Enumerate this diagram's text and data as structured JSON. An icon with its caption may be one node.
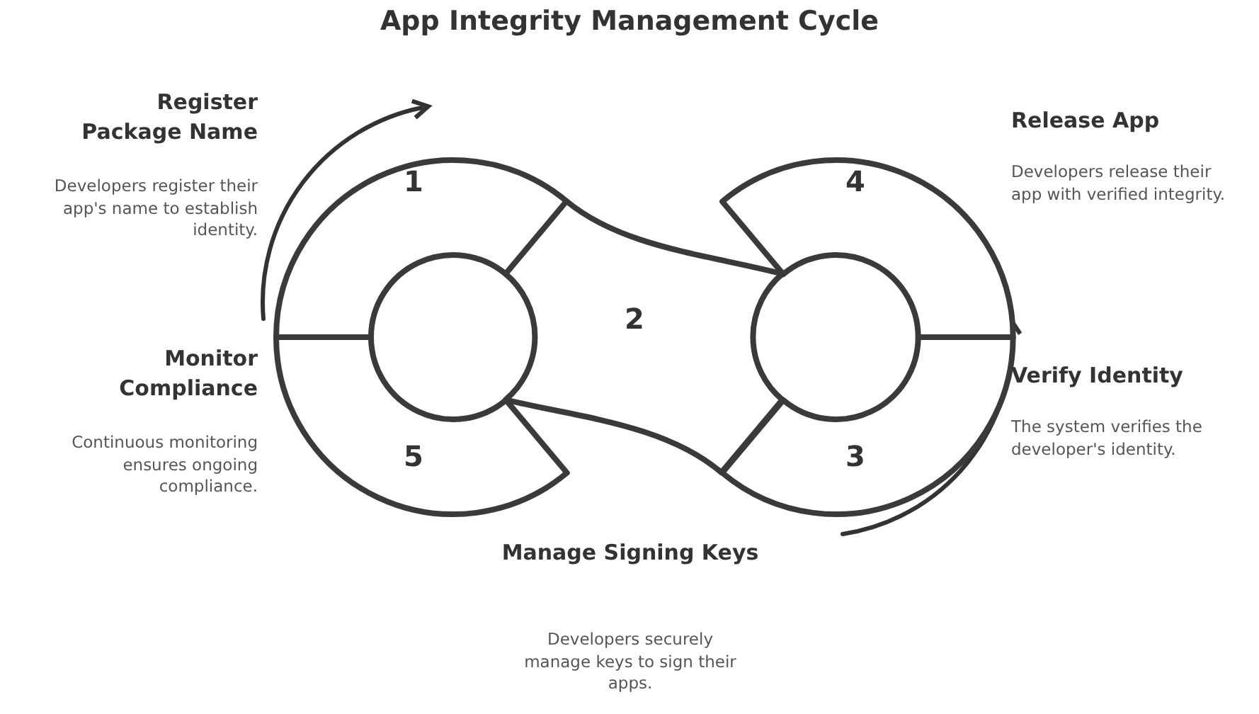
{
  "diagram": {
    "title": "App Integrity Management Cycle",
    "nodes": [
      {
        "text": [
          "1"
        ],
        "beside": [
          "Register Package Name",
          "Developers register their app's name to establish identity."
        ]
      },
      {
        "text": [
          "5"
        ],
        "beside": [
          "Monitor Compliance",
          "Continuous monitoring ensures ongoing compliance."
        ]
      },
      {
        "text": [
          "4"
        ],
        "beside": [
          "Release App",
          "Developers release their app with verified integrity."
        ]
      },
      {
        "text": [
          "3"
        ],
        "beside": [
          "Verify Identity",
          "The system verifies the developer's identity."
        ]
      },
      {
        "text": [
          "2"
        ]
      }
    ],
    "edges": [],
    "labels": [
      "Manage Signing Keys",
      "Developers securely manage keys to sign their apps."
    ]
  }
}
